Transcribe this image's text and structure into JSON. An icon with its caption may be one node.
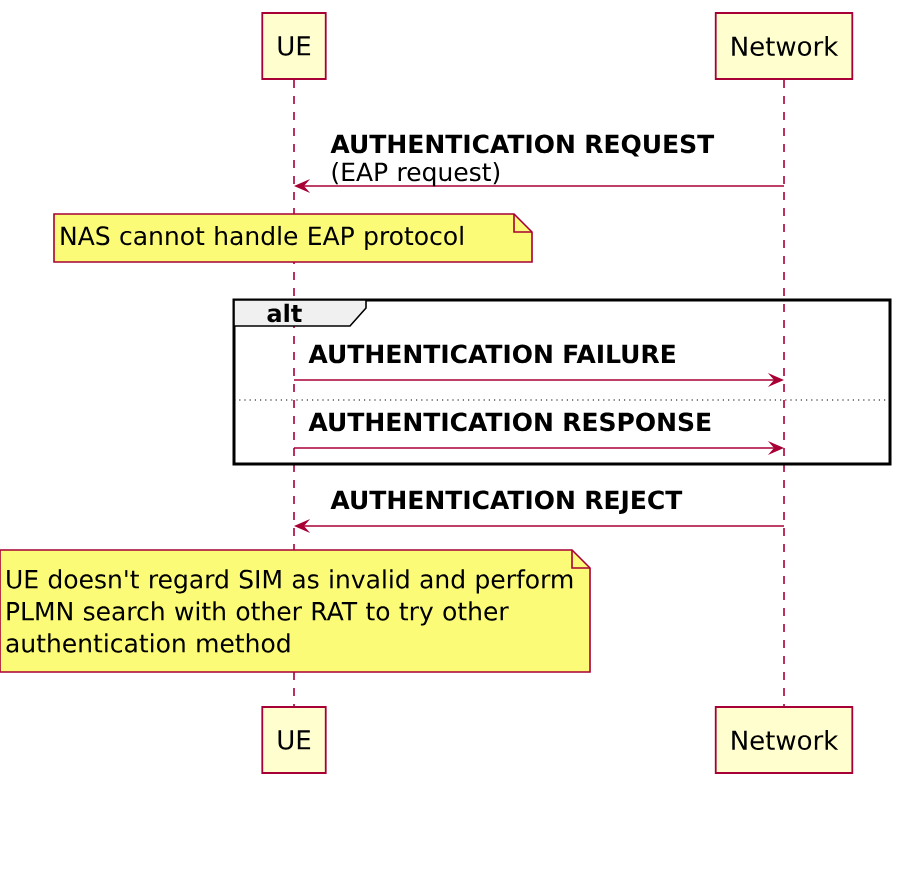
{
  "diagram": {
    "nodes": [
      {
        "text": [
          "UE"
        ]
      },
      {
        "text": [
          "Network"
        ]
      },
      {
        "text": [],
        "shape": "bar"
      },
      {
        "text": [],
        "shape": "bar"
      },
      {
        "text": [
          "NAS cannot handle EAP protocol"
        ]
      },
      {
        "text": [
          "alt"
        ]
      },
      {
        "text": [
          "UE doesn't regard SIM as invalid and perform PLMN search with other RAT to try other authentication method"
        ]
      },
      {
        "text": [
          "UE"
        ]
      },
      {
        "text": [
          "Network"
        ]
      }
    ],
    "edges": [
      {
        "from": 3,
        "to": 2,
        "arrow": "to",
        "label": "**AUTHENTICATION REQUEST** (EAP request)"
      },
      {
        "from": 2,
        "to": 3,
        "arrow": "to",
        "label": "AUTHENTICATION FAILURE"
      },
      {
        "from": 2,
        "to": 3,
        "arrow": "to",
        "label": "AUTHENTICATION RESPONSE"
      },
      {
        "from": 3,
        "to": 2,
        "arrow": "to",
        "label": "AUTHENTICATION REJECT"
      }
    ]
  }
}
